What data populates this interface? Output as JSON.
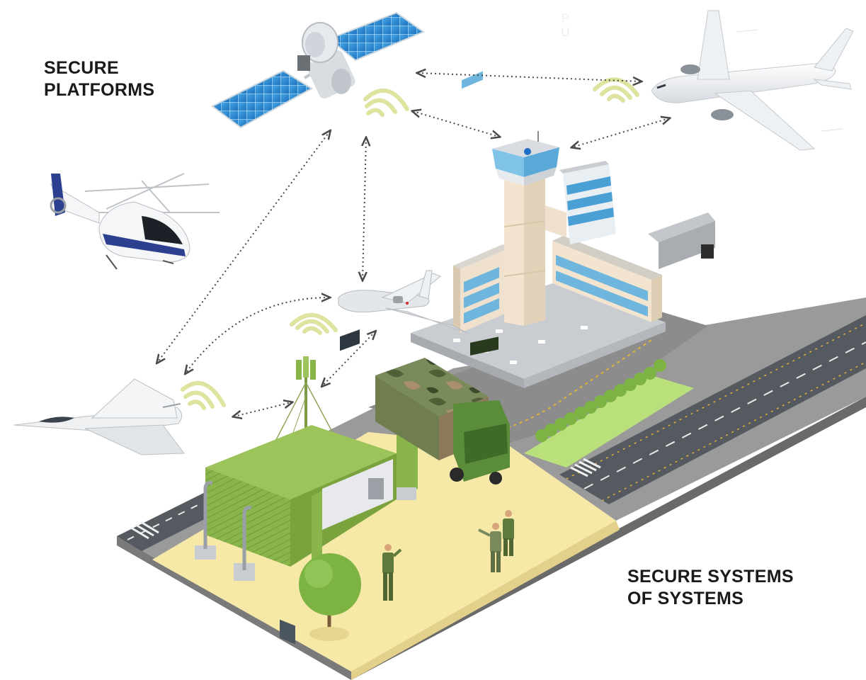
{
  "labels": {
    "secure_platforms": "SECURE\nPLATFORMS",
    "secure_systems": "SECURE SYSTEMS\nOF SYSTEMS"
  },
  "faint_text": {
    "line1": "P",
    "line2": "U"
  },
  "colors": {
    "ground_sand": "#f6e9a8",
    "ground_grass": "#b9e07a",
    "runway": "#5a5a5a",
    "apron": "#8e8e8e",
    "container_green": "#8ab54a",
    "truck_green": "#5a8c3a",
    "tower_cream": "#f2e4cf",
    "glass_blue": "#6fb6de",
    "signal_waves": "#dfe3a0",
    "link_dots": "#4a4a4a",
    "soldier_uniform": "#5f7a3d",
    "tree_green": "#7db342"
  },
  "nodes": [
    "satellite",
    "airliner",
    "helicopter",
    "drone",
    "fighter-jet",
    "command-container",
    "control-tower",
    "military-truck",
    "radio-mast"
  ],
  "links": [
    [
      "satellite",
      "airliner"
    ],
    [
      "satellite",
      "control-tower"
    ],
    [
      "airliner",
      "control-tower"
    ],
    [
      "satellite",
      "drone"
    ],
    [
      "satellite",
      "fighter-jet"
    ],
    [
      "drone",
      "fighter-jet"
    ],
    [
      "drone",
      "radio-mast"
    ],
    [
      "fighter-jet",
      "radio-mast"
    ]
  ]
}
